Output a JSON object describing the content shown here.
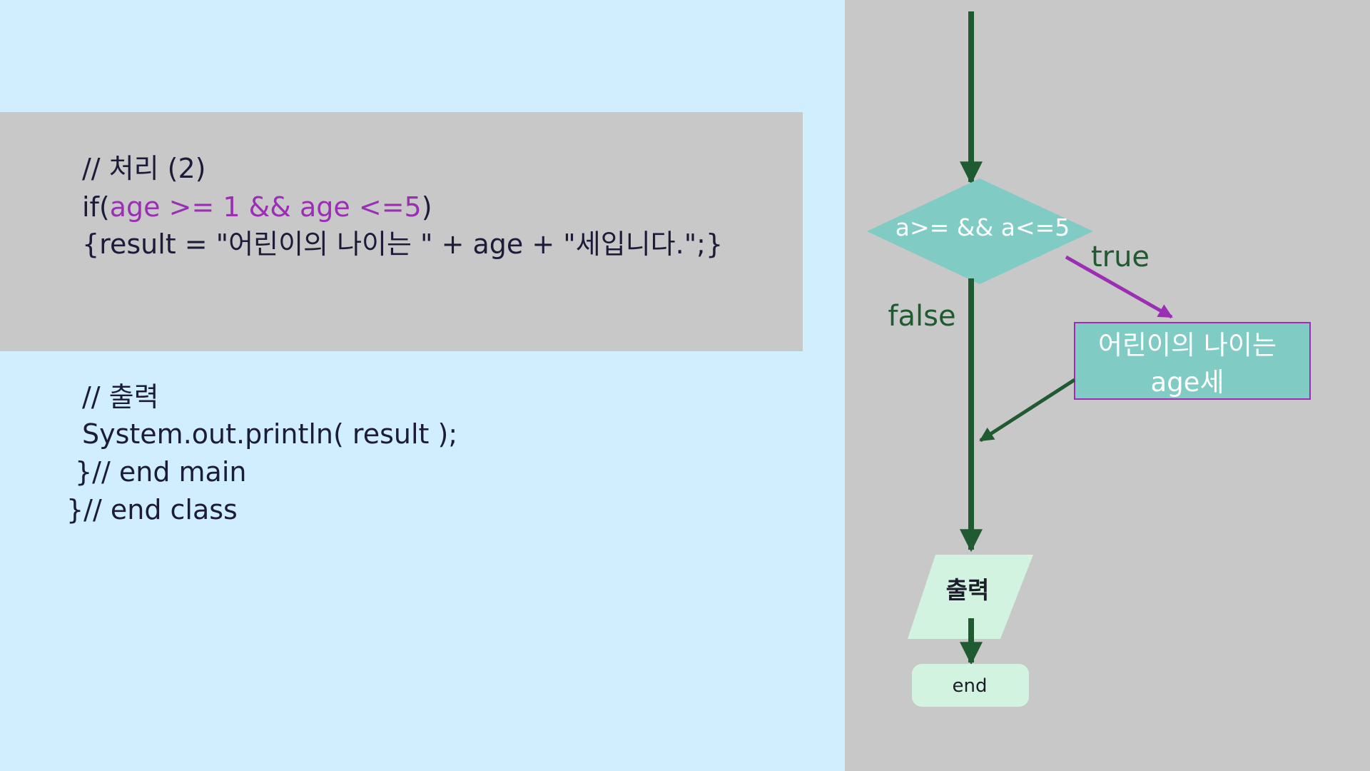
{
  "code": {
    "block1": {
      "comment": "// 처리 (2)",
      "if_prefix": "if(",
      "condition": "age >= 1 && age <=5",
      "if_suffix": ")",
      "result_line": "{result = \"어린이의 나이는 \" + age + \"세입니다.\";}"
    },
    "block2": {
      "comment": "// 출력",
      "print_line": "System.out.println( result );",
      "end_main": "}// end main",
      "end_class": "}// end class"
    }
  },
  "flowchart": {
    "decision_label": "a>= &&  a<=5",
    "true_label": "true",
    "false_label": "false",
    "process_label_line1": "어린이의 나이는",
    "process_label_line2": "age세",
    "output_label": "출력",
    "end_label": "end",
    "colors": {
      "arrow_green": "#1f5a30",
      "arrow_purple": "#9b2fb3",
      "teal": "#80cbc4",
      "mint": "#d3f3e1",
      "process_border": "#9b2fb3"
    }
  }
}
